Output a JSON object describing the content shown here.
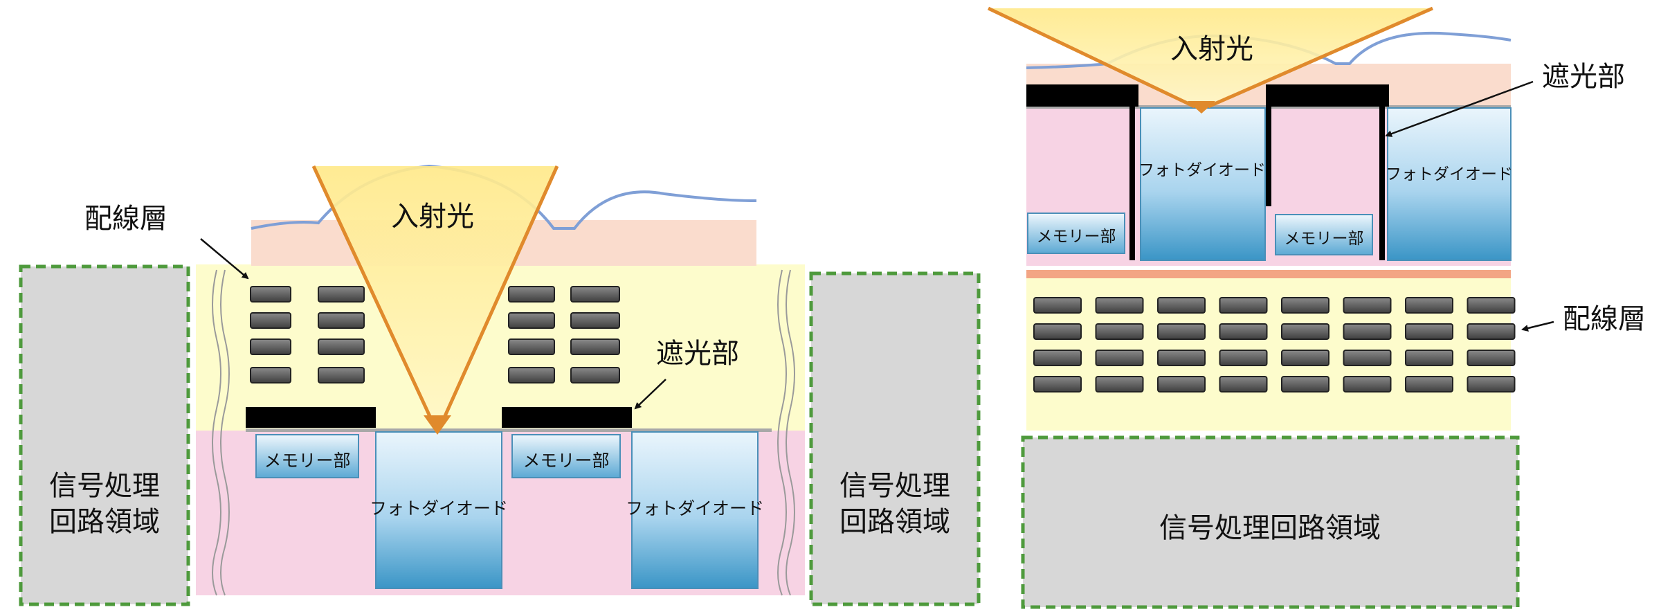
{
  "left": {
    "incident_light": "入射光",
    "wiring_layer": "配線層",
    "light_shield": "遮光部",
    "memory_1": "メモリー部",
    "memory_2": "メモリー部",
    "photodiode_1": "フォトダイオード",
    "photodiode_2": "フォトダイオード",
    "signal_left_line1": "信号処理",
    "signal_left_line2": "回路領域",
    "signal_right_line1": "信号処理",
    "signal_right_line2": "回路領域"
  },
  "right": {
    "incident_light": "入射光",
    "light_shield": "遮光部",
    "photodiode_1": "フォトダイオード",
    "photodiode_2": "フォトダイオード",
    "memory_1": "メモリー部",
    "memory_2": "メモリー部",
    "wiring_layer": "配線層",
    "signal_area": "信号処理回路領域"
  },
  "colors": {
    "wiring_yellow": "#fdfccc",
    "substrate_pink": "#f7d3e4",
    "lens_peach": "#fadccd",
    "lens_outline": "#7f9fd6",
    "light_cone": "#fff19a",
    "light_arrow": "#e08a2c",
    "signal_fill": "#d7d7d7",
    "signal_border": "#4e9a3c",
    "metal_bar": "#5a5a5a",
    "shield": "#000000",
    "pd_top": "#e4f2fb",
    "pd_bottom": "#3d9ac9"
  }
}
